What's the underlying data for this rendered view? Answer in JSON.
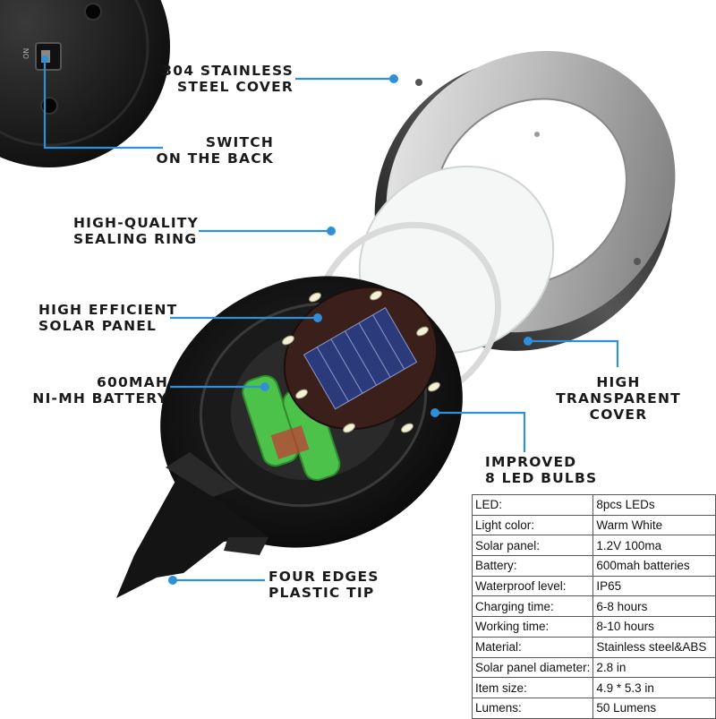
{
  "callouts": {
    "steel_cover": [
      "304 STAINLESS",
      "STEEL COVER"
    ],
    "switch": [
      "SWITCH",
      "ON THE BACK"
    ],
    "sealing_ring": [
      "HIGH-QUALITY",
      "SEALING RING"
    ],
    "solar_panel": [
      "HIGH EFFICIENT",
      "SOLAR PANEL"
    ],
    "battery": [
      "600MAH",
      "NI-MH BATTERY"
    ],
    "transparent_cover": [
      "HIGH",
      "TRANSPARENT",
      "COVER"
    ],
    "led_bulbs": [
      "IMPROVED",
      "8 LED BULBS"
    ],
    "plastic_tip": [
      "FOUR EDGES",
      "PLASTIC TIP"
    ]
  },
  "switch_marking": "ON",
  "specs": [
    {
      "label": "LED:",
      "value": "8pcs LEDs"
    },
    {
      "label": "Light color:",
      "value": "Warm  White"
    },
    {
      "label": "Solar panel:",
      "value": "1.2V 100ma"
    },
    {
      "label": "Battery:",
      "value": "600mah batteries"
    },
    {
      "label": "Waterproof level:",
      "value": "IP65"
    },
    {
      "label": "Charging time:",
      "value": "6-8 hours"
    },
    {
      "label": "Working time:",
      "value": "8-10 hours"
    },
    {
      "label": "Material:",
      "value": "Stainless steel&ABS"
    },
    {
      "label": "Solar panel diameter:",
      "value": "2.8 in"
    },
    {
      "label": "Item size:",
      "value": "4.9 * 5.3 in"
    },
    {
      "label": "Lumens:",
      "value": "50 Lumens"
    }
  ],
  "colors": {
    "leader_line": "#2f8fd8",
    "text": "#1a1a1a",
    "panel_blue": "#2a3a7a",
    "battery_green": "#4cc24a"
  }
}
